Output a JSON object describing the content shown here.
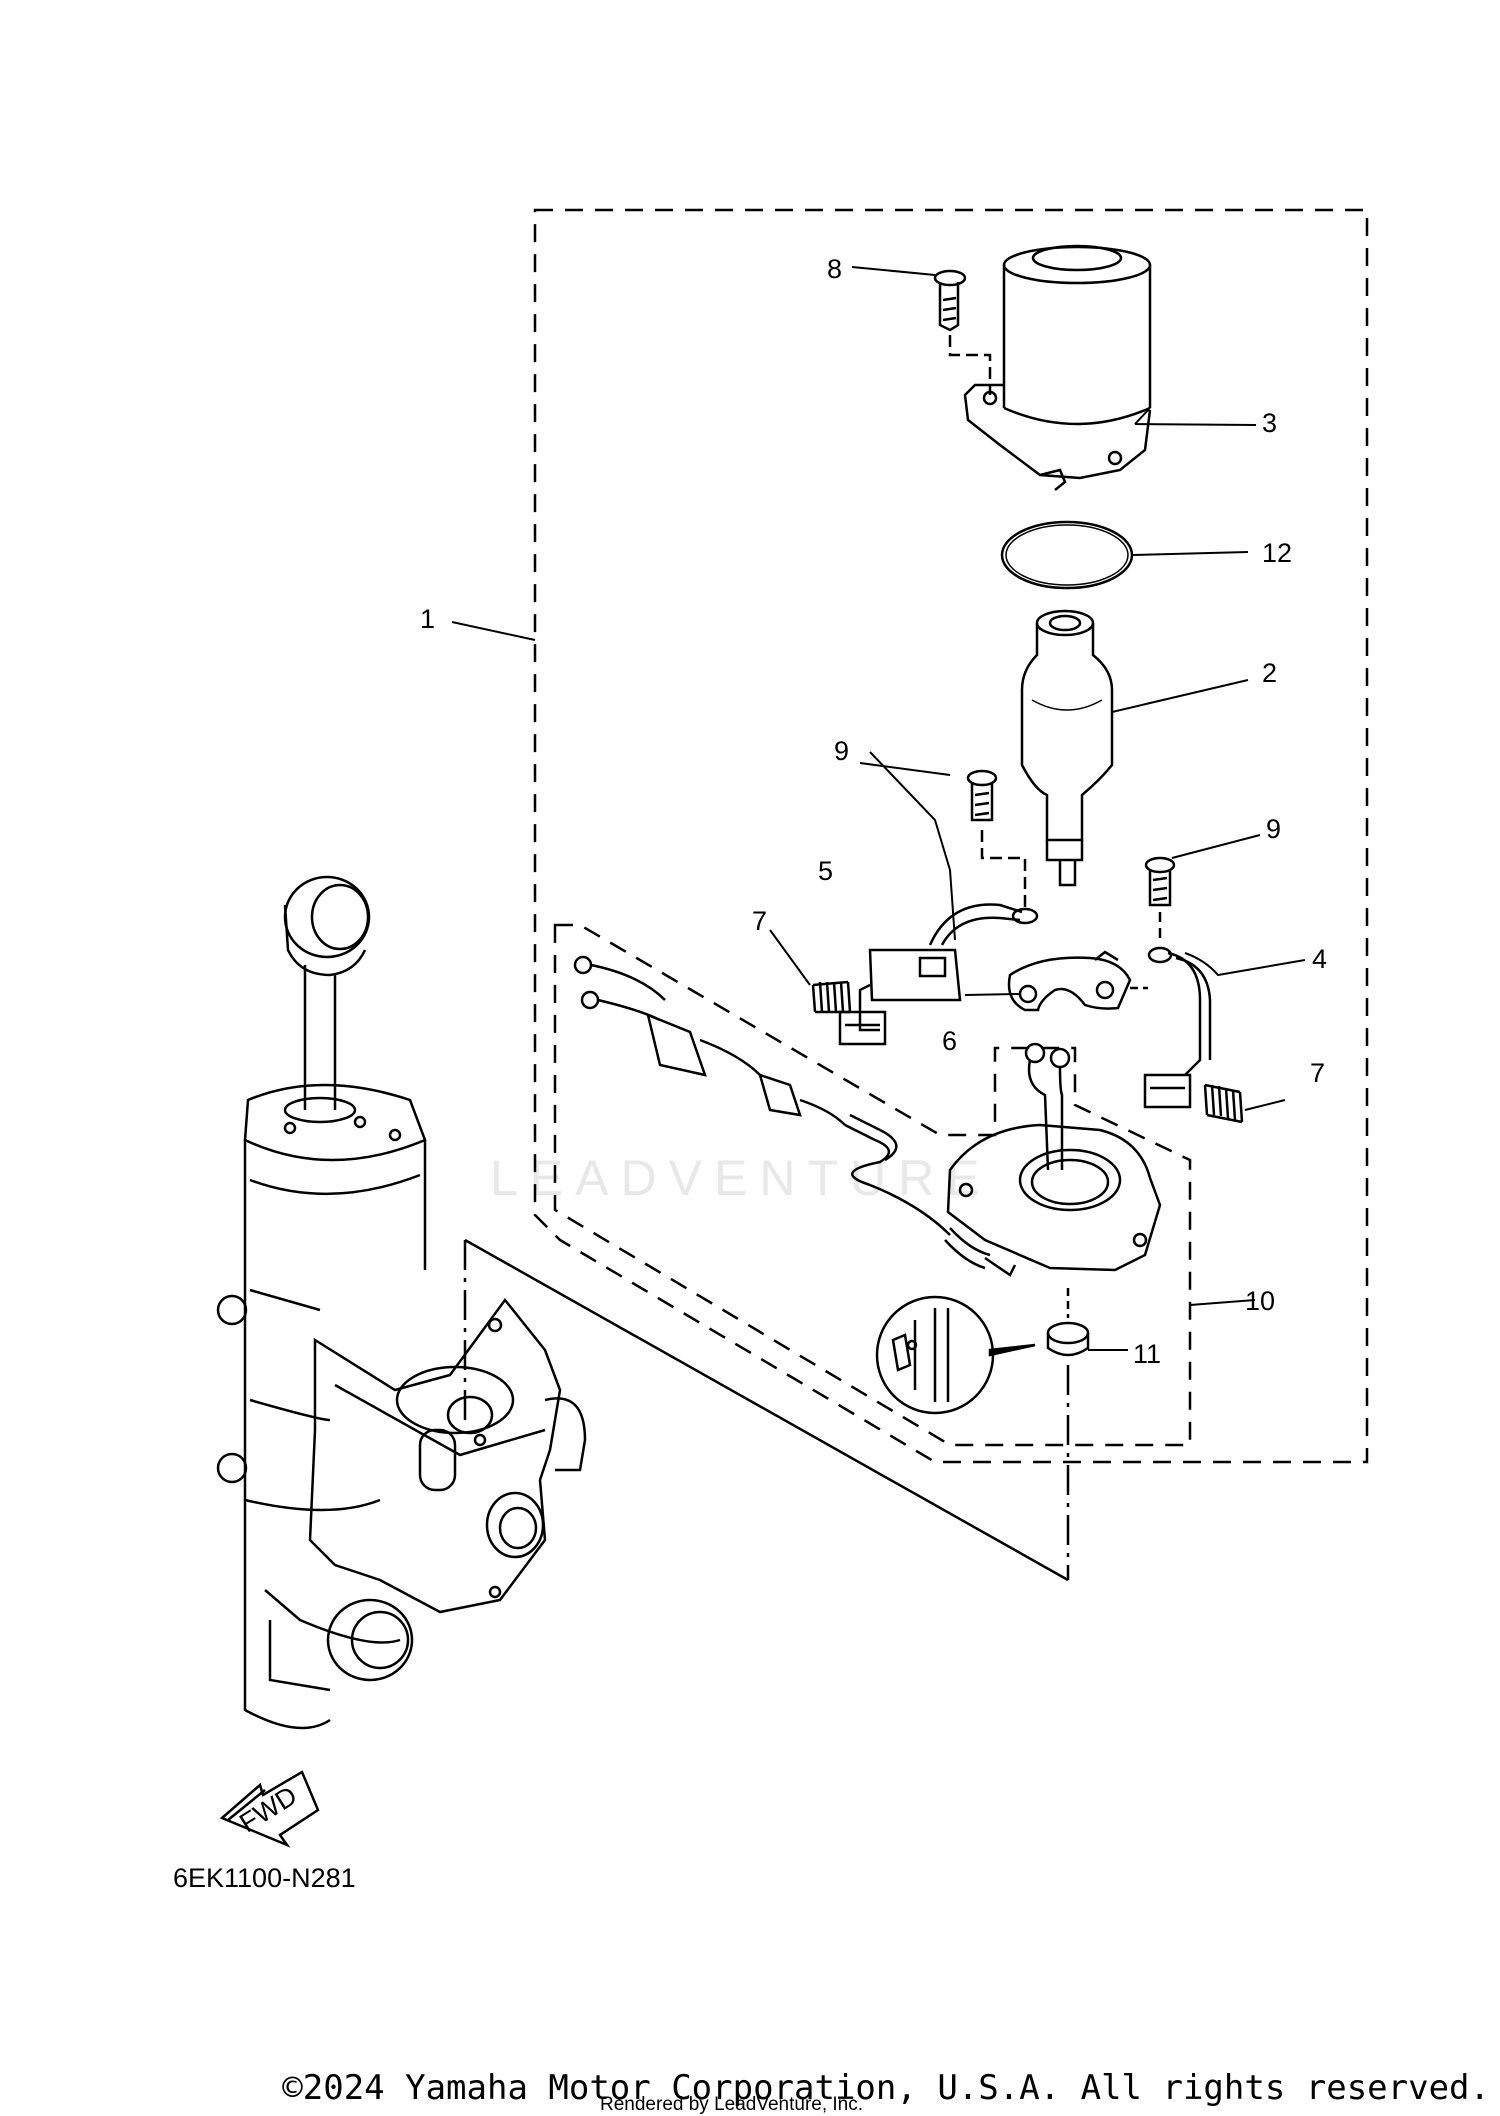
{
  "callouts": [
    {
      "id": "c1",
      "label": "1"
    },
    {
      "id": "c2",
      "label": "2"
    },
    {
      "id": "c3",
      "label": "3"
    },
    {
      "id": "c4",
      "label": "4"
    },
    {
      "id": "c5",
      "label": "5"
    },
    {
      "id": "c6",
      "label": "6"
    },
    {
      "id": "c7a",
      "label": "7"
    },
    {
      "id": "c7b",
      "label": "7"
    },
    {
      "id": "c8",
      "label": "8"
    },
    {
      "id": "c9a",
      "label": "9"
    },
    {
      "id": "c9b",
      "label": "9"
    },
    {
      "id": "c10",
      "label": "10"
    },
    {
      "id": "c11",
      "label": "11"
    },
    {
      "id": "c12",
      "label": "12"
    }
  ],
  "fwd_label": "FWD",
  "diagram_code": "6EK1100-N281",
  "watermark": "LEADVENTURE",
  "copyright": "©2024 Yamaha Motor Corporation, U.S.A. All rights reserved.",
  "rendered_by": "Rendered by LeadVenture, Inc."
}
